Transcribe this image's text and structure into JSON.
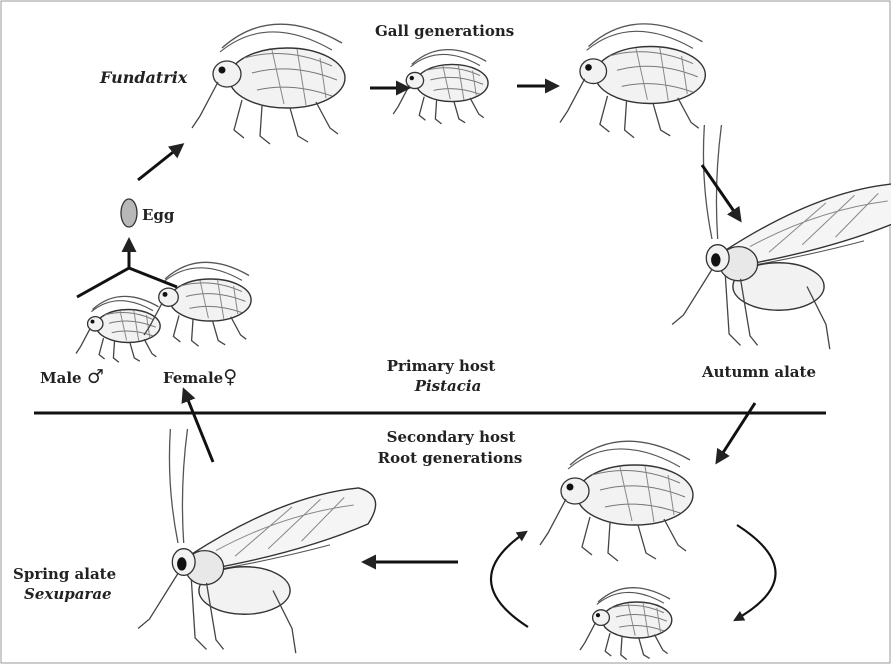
{
  "labels": {
    "gall_generations": "Gall generations",
    "fundatrix": "Fundatrix",
    "egg": "Egg",
    "male": "Male",
    "male_symbol": "♂",
    "female": "Female",
    "female_symbol": "♀",
    "primary_host": "Primary host",
    "pistacia": "Pistacia",
    "autumn_alate": "Autumn alate",
    "secondary_host": "Secondary host",
    "root_generations": "Root generations",
    "spring_alate": "Spring alate",
    "sexuparae": "Sexuparae"
  },
  "colors": {
    "ink": "#222222",
    "body_fill": "#f2f2f2",
    "egg_fill": "#b8b8b8",
    "eye": "#111111"
  }
}
